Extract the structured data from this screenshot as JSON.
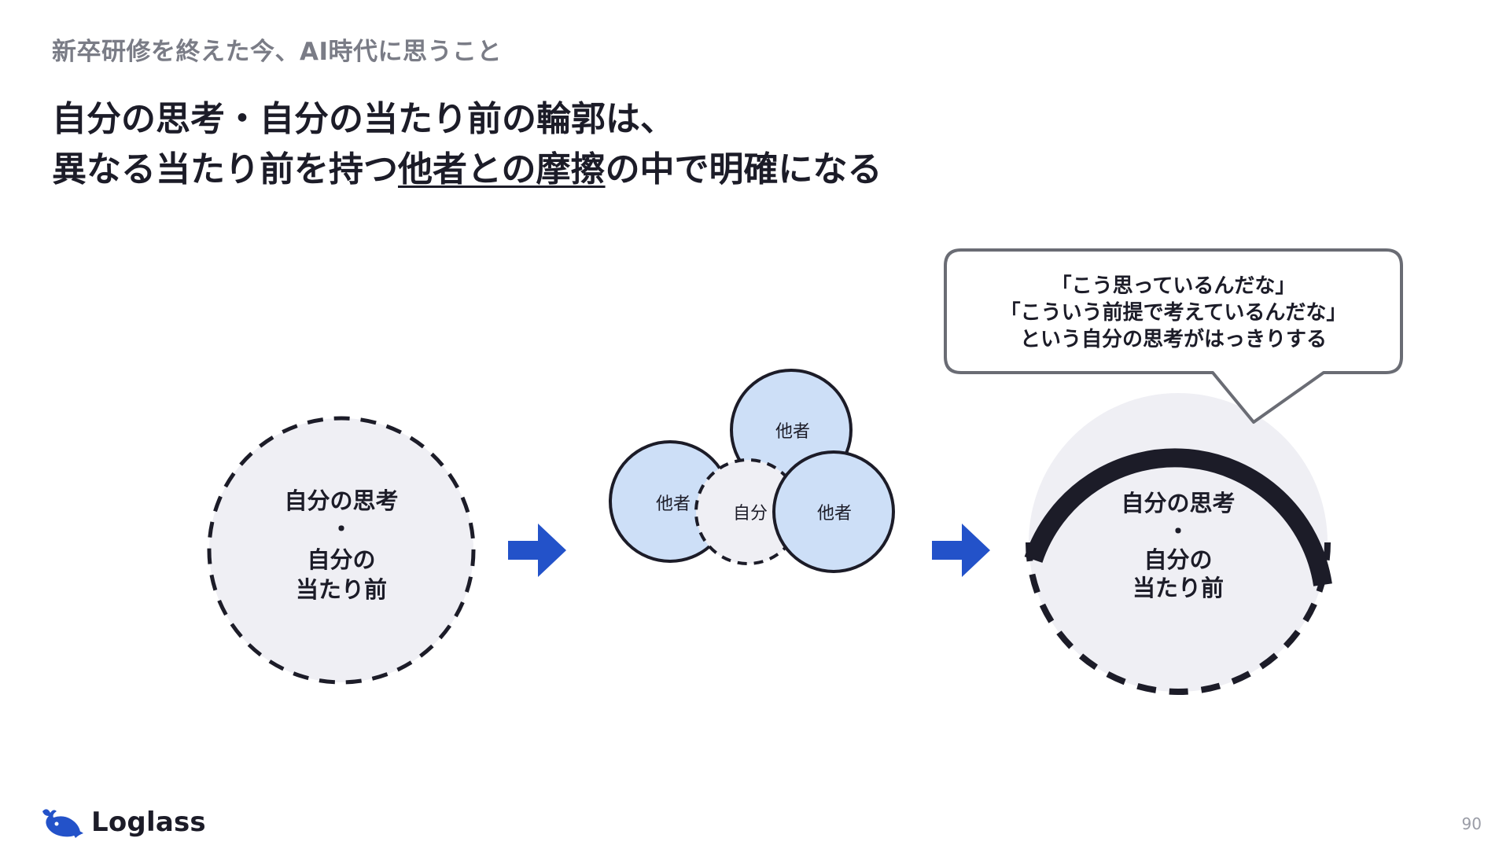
{
  "slide": {
    "subtitle": "新卒研修を終えた今、AI時代に思うこと",
    "headline": {
      "line1": "自分の思考・自分の当たり前の輪郭は、",
      "line2_before": "異なる当たり前を持つ",
      "line2_underlined": "他者との摩擦",
      "line2_after": "の中で明確になる"
    },
    "page_number": "90"
  },
  "diagram": {
    "left_circle": {
      "line1": "自分の思考",
      "line2": "・",
      "line3": "自分の",
      "line4": "当たり前"
    },
    "middle_cluster": {
      "other_top": "他者",
      "other_left": "他者",
      "other_right": "他者",
      "self": "自分"
    },
    "right_circle": {
      "line1": "自分の思考",
      "line2": "・",
      "line3": "自分の",
      "line4": "当たり前"
    },
    "speech_bubble": {
      "line1": "「こう思っているんだな」",
      "line2": "「こういう前提で考えているんだな」",
      "line3": "という自分の思考がはっきりする"
    }
  },
  "brand": {
    "name": "Loglass",
    "logo_icon": "whale-icon"
  },
  "colors": {
    "ink": "#1c1c28",
    "circle_fill": "#efeff4",
    "other_fill": "#cddff7",
    "arrow": "#2352c9",
    "bubble_border": "#6a6c74",
    "subtitle": "#7a7c86"
  }
}
